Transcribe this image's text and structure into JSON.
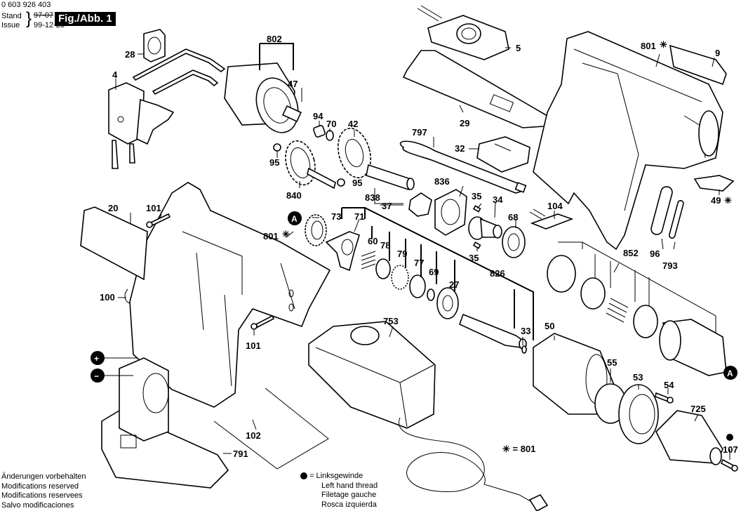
{
  "header": {
    "part_number": "0 603 926 403",
    "stand_label": "Stand",
    "issue_label": "Issue",
    "old_date_struck": "97-07",
    "date": "99-12-23",
    "figure_label": "Fig./Abb. 1"
  },
  "callouts": {
    "c28": "28",
    "c4": "4",
    "c802": "802",
    "c47": "47",
    "c94": "94",
    "c70": "70",
    "c42": "42",
    "c95a": "95",
    "c95b": "95",
    "c840": "840",
    "c5": "5",
    "c29": "29",
    "c797": "797",
    "c32": "32",
    "c801_top": "801",
    "c9": "9",
    "c49": "49",
    "c838": "838",
    "c836": "836",
    "c37": "37",
    "c35a": "35",
    "c34": "34",
    "c68": "68",
    "c104": "104",
    "c35b": "35",
    "c20": "20",
    "c101a": "101",
    "c73": "73",
    "c71": "71",
    "c801_mid": "801",
    "c60": "60",
    "c78": "78",
    "c79": "79",
    "c77": "77",
    "c69": "69",
    "c27": "27",
    "c826": "826",
    "c852": "852",
    "c96": "96",
    "c793": "793",
    "c100": "100",
    "c101b": "101",
    "c753": "753",
    "c33": "33",
    "c50": "50",
    "c55": "55",
    "c53": "53",
    "c54": "54",
    "c725": "725",
    "c107": "107",
    "c102": "102",
    "c791": "791"
  },
  "markers": {
    "a1": "A",
    "a2": "A",
    "plus": "+",
    "minus": "−",
    "star": "✳"
  },
  "legend": {
    "star_equals": "✳ = 801",
    "left_thread_lines": [
      "= Linksgewinde",
      "Left hand thread",
      "Filetage gauche",
      "Rosca izquierda"
    ]
  },
  "footer": {
    "lines": [
      "Änderungen vorbehalten",
      "Modifications reserved",
      "Modifications reservees",
      "Salvo modificaciones"
    ]
  }
}
